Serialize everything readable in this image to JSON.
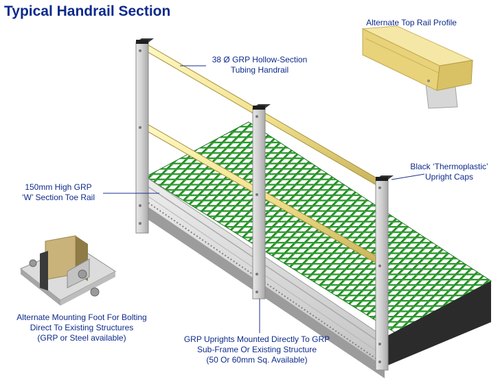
{
  "title": "Typical Handrail Section",
  "labels": {
    "handrail": [
      "38 Ø GRP Hollow-Section",
      "Tubing Handrail"
    ],
    "top_rail": [
      "Alternate Top Rail Profile"
    ],
    "caps": [
      "Black ‘Thermoplastic’",
      "Upright Caps"
    ],
    "toe_rail": [
      "150mm High GRP",
      "‘W’ Section Toe Rail"
    ],
    "foot": [
      "Alternate Mounting Foot For Bolting",
      "Direct To Existing Structures",
      "(GRP or Steel available)"
    ],
    "uprights": [
      "GRP Uprights Mounted Directly To GRP",
      "Sub-Frame Or Existing Structure",
      "(50 Or 60mm Sq. Available)"
    ]
  },
  "colors": {
    "label_text": "#0d2a8a",
    "leader_line": "#1a2f8f",
    "grating_green": "#2ea12e",
    "grating_dark": "#1f7a22",
    "handrail_yellow": "#f2e28e",
    "upright_grey": "#c8c8c8",
    "frame_dark": "#2b2b2b"
  }
}
